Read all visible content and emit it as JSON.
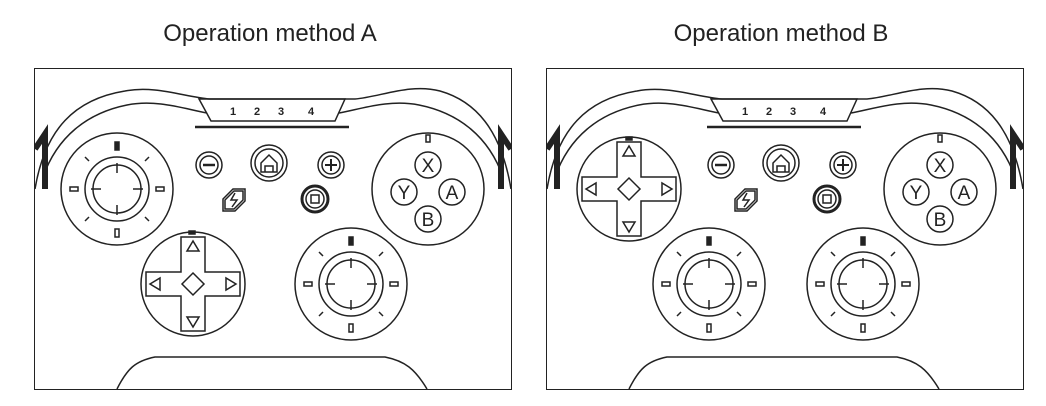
{
  "titles": {
    "method_a": "Operation method A",
    "method_b": "Operation method B"
  },
  "player_indicators": [
    "1",
    "2",
    "3",
    "4"
  ],
  "face_buttons": {
    "top": "X",
    "left": "Y",
    "right": "A",
    "bottom": "B"
  },
  "colors": {
    "line": "#222222",
    "background": "#ffffff"
  },
  "icons": {
    "minus": "minus-button-icon",
    "home": "home-button-icon",
    "plus": "plus-button-icon",
    "turbo": "lightning-turbo-icon",
    "capture": "square-capture-icon"
  }
}
